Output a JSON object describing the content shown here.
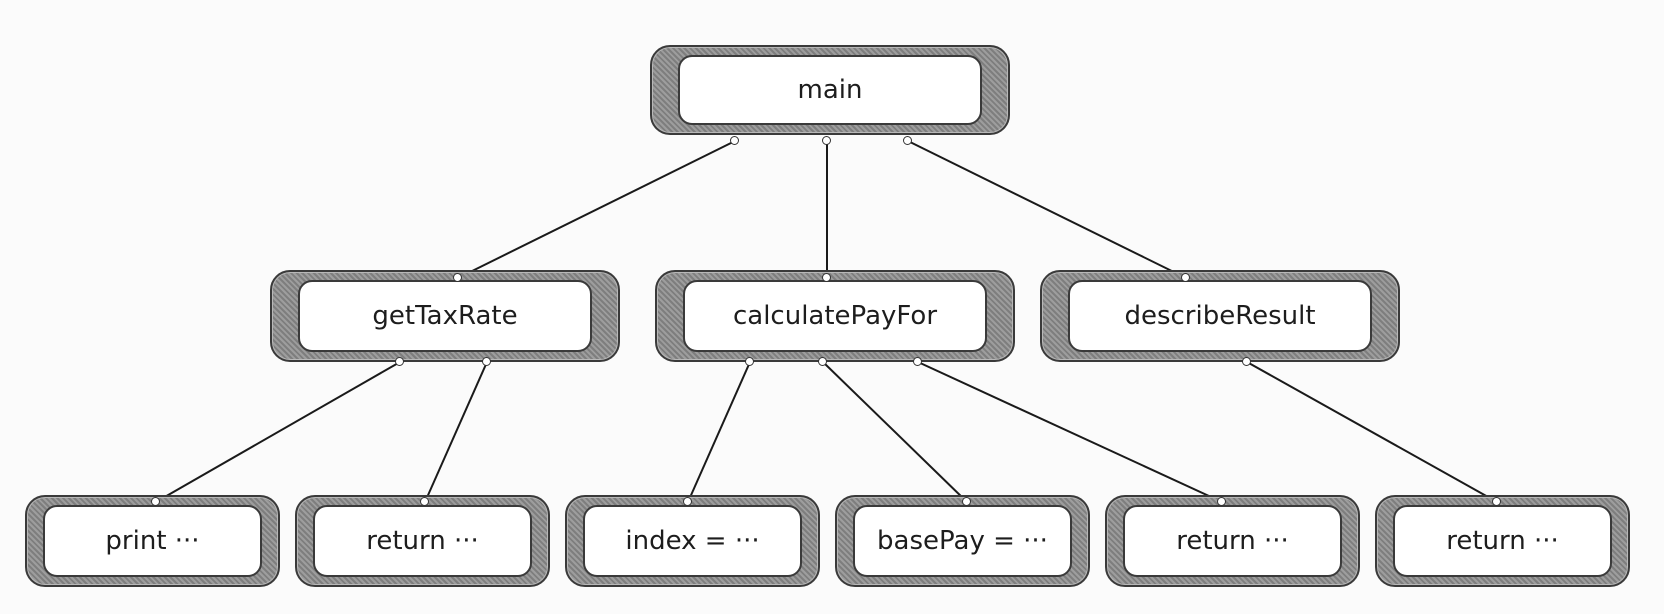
{
  "diagram": {
    "root": "main",
    "level1": [
      "getTaxRate",
      "calculatePayFor",
      "describeResult"
    ],
    "level2": [
      "print ···",
      "return ···",
      "index = ···",
      "basePay = ···",
      "return ···",
      "return ···"
    ],
    "edges": [
      [
        "main",
        "getTaxRate"
      ],
      [
        "main",
        "calculatePayFor"
      ],
      [
        "main",
        "describeResult"
      ],
      [
        "getTaxRate",
        "print ···"
      ],
      [
        "getTaxRate",
        "return ···"
      ],
      [
        "calculatePayFor",
        "index = ···"
      ],
      [
        "calculatePayFor",
        "basePay = ···"
      ],
      [
        "calculatePayFor",
        "return ···"
      ],
      [
        "describeResult",
        "return ···"
      ]
    ]
  },
  "colors": {
    "line": "#1a1a1a",
    "node_border": "#3a3a3a",
    "node_fill": "#ffffff",
    "node_frame": "#8e8e8e"
  }
}
